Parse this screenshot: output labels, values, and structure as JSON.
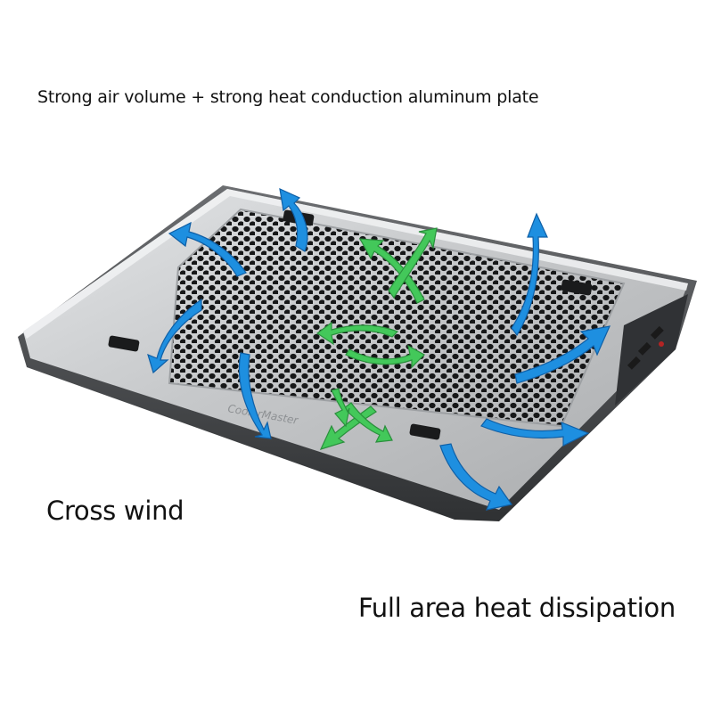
{
  "captions": {
    "top": "Strong air volume + strong heat conduction aluminum plate",
    "cross_wind": "Cross wind",
    "full_area": "Full area heat dissipation"
  },
  "product": {
    "brand_mark": "CoolerMaster"
  },
  "colors": {
    "outflow_arrows": "#1e8fe0",
    "circulation_arrows": "#43c85a",
    "plate": "#c9cbcd",
    "frame": "#5a5c5f"
  },
  "icons": {
    "outflow": "arrow-up-curved-blue",
    "circulation": "arrow-rotate-green"
  }
}
